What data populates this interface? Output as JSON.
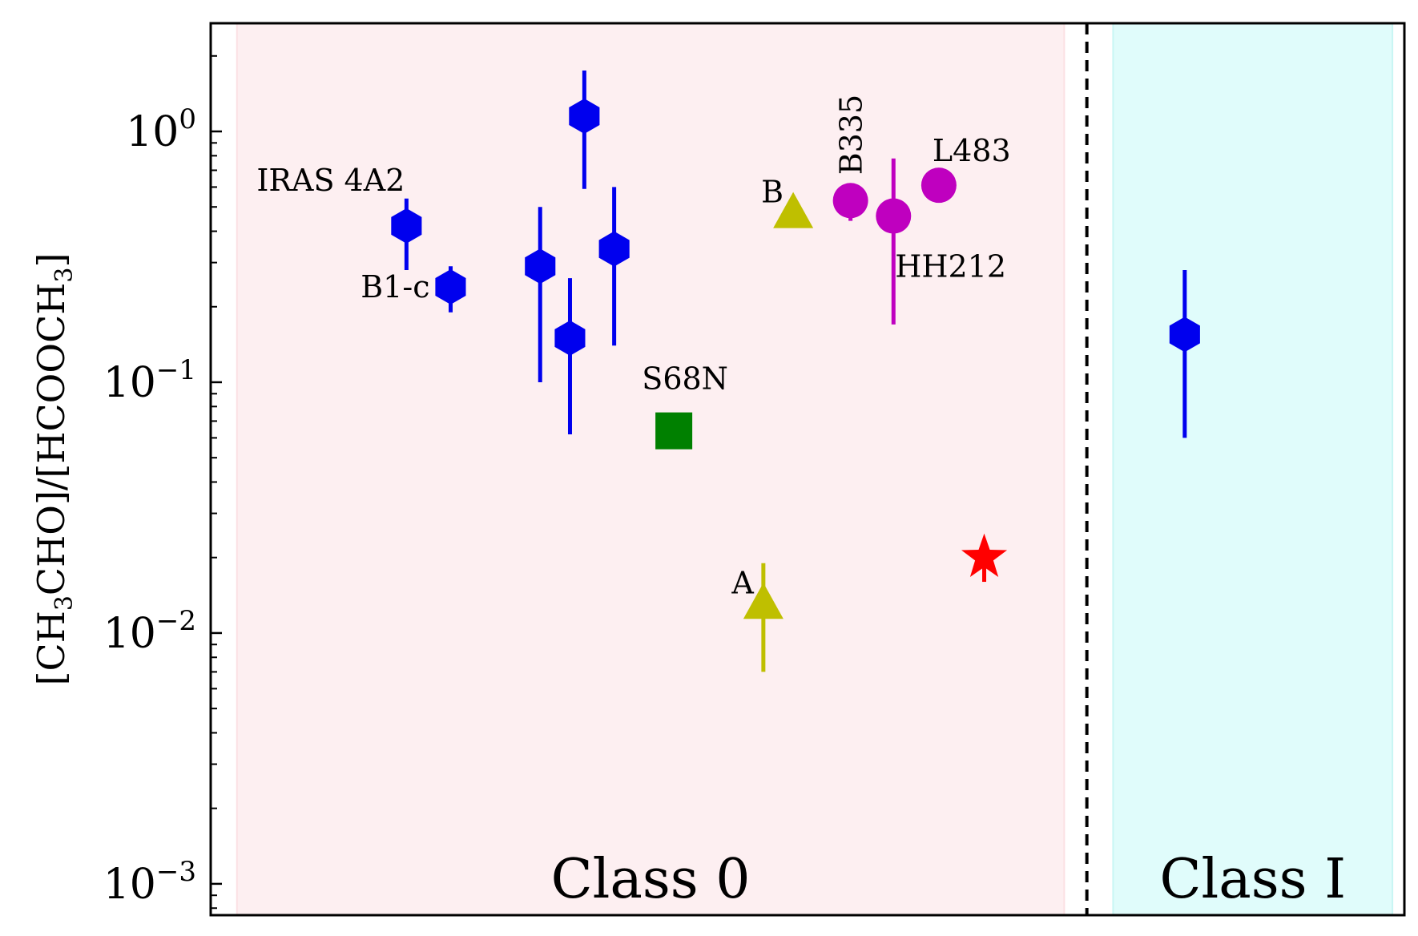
{
  "chart_data": {
    "type": "scatter",
    "title": "",
    "xlabel": "",
    "ylabel": {
      "open": "[CH",
      "sub1": "3",
      "mid": "CHO]/[HCOOCH",
      "sub2": "3",
      "close": "]"
    },
    "yscale": "log",
    "ylim": [
      0.00075,
      2.7
    ],
    "xlim": [
      0,
      100
    ],
    "xticks_visible": false,
    "grid": false,
    "legend": "none",
    "yticks": [
      {
        "value": 1,
        "base": "10",
        "exp": "0"
      },
      {
        "value": 0.1,
        "base": "10",
        "exp": "−1"
      },
      {
        "value": 0.01,
        "base": "10",
        "exp": "−2"
      },
      {
        "value": 0.001,
        "base": "10",
        "exp": "−3"
      }
    ],
    "regions": [
      {
        "label": "Class 0",
        "x_start": 2.2,
        "x_end": 71.5,
        "color": "#fdeff1",
        "edge": "#fbe0e4"
      },
      {
        "label": "Class I",
        "x_start": 75.6,
        "x_end": 99.0,
        "color": "#e0fcfb",
        "edge": "#c8f6f4"
      }
    ],
    "divider_x": 73.4,
    "series": [
      {
        "marker": "hexagon",
        "color": "#0000ee",
        "points": [
          {
            "x": 16.4,
            "y": 0.42,
            "ylo": 0.28,
            "yhi": 0.54,
            "label": "IRAS 4A2"
          },
          {
            "x": 20.1,
            "y": 0.24,
            "ylo": 0.19,
            "yhi": 0.29,
            "label": "B1-c"
          },
          {
            "x": 27.6,
            "y": 0.29,
            "ylo": 0.1,
            "yhi": 0.5,
            "label": ""
          },
          {
            "x": 30.1,
            "y": 0.15,
            "ylo": 0.062,
            "yhi": 0.26,
            "label": ""
          },
          {
            "x": 31.3,
            "y": 1.15,
            "ylo": 0.59,
            "yhi": 1.75,
            "label": ""
          },
          {
            "x": 33.8,
            "y": 0.34,
            "ylo": 0.14,
            "yhi": 0.6,
            "label": ""
          },
          {
            "x": 81.6,
            "y": 0.155,
            "ylo": 0.06,
            "yhi": 0.28,
            "label": ""
          }
        ]
      },
      {
        "marker": "square",
        "color": "#008000",
        "points": [
          {
            "x": 38.8,
            "y": 0.064,
            "label": "S68N"
          }
        ]
      },
      {
        "marker": "triangle",
        "color": "#bfbf00",
        "points": [
          {
            "x": 46.3,
            "y": 0.013,
            "ylo": 0.007,
            "yhi": 0.019,
            "label": "A"
          },
          {
            "x": 48.8,
            "y": 0.47,
            "label": "B"
          }
        ]
      },
      {
        "marker": "circle",
        "color": "#bf00bf",
        "points": [
          {
            "x": 53.6,
            "y": 0.53,
            "ylo": 0.44,
            "yhi": 0.56,
            "label": "B335"
          },
          {
            "x": 57.2,
            "y": 0.46,
            "ylo": 0.17,
            "yhi": 0.78,
            "label": "HH212"
          },
          {
            "x": 61.0,
            "y": 0.61,
            "label": "L483"
          }
        ]
      },
      {
        "marker": "star",
        "color": "#ff0000",
        "points": [
          {
            "x": 64.8,
            "y": 0.02,
            "ylo": 0.016,
            "yhi": 0.021,
            "label": ""
          }
        ]
      }
    ]
  }
}
